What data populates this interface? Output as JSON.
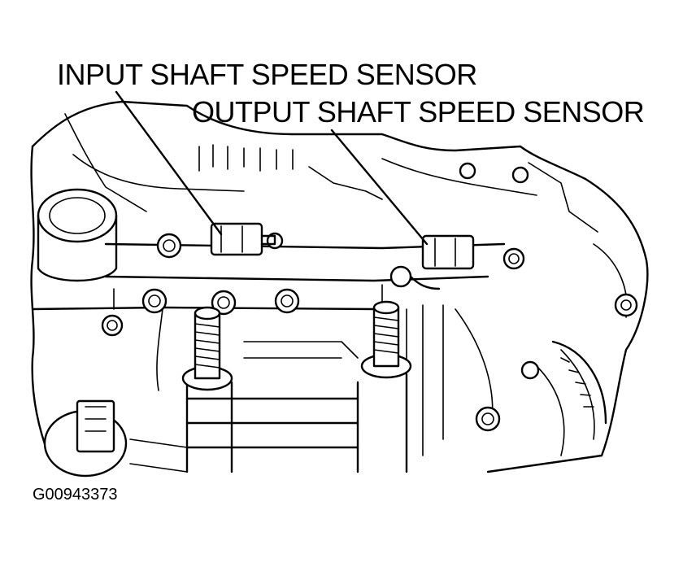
{
  "labels": {
    "input_shaft_sensor": "INPUT SHAFT SPEED SENSOR",
    "output_shaft_sensor": "OUTPUT SHAFT SPEED SENSOR"
  },
  "figure_id": "G00943373",
  "colors": {
    "line": "#000000",
    "background": "#ffffff"
  }
}
